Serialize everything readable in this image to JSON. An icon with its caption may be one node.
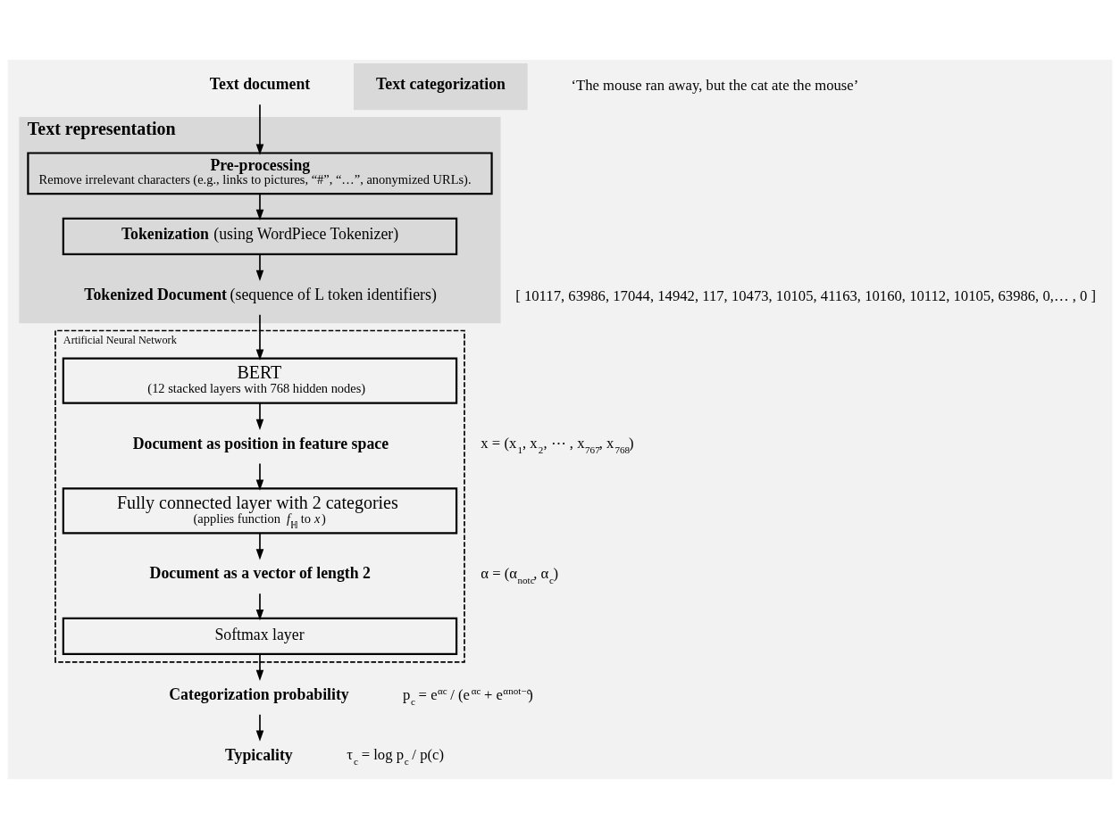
{
  "diagram": {
    "nodes": [
      {
        "text": [
          "Text document"
        ]
      },
      {
        "text": [
          "Text representation"
        ]
      },
      {
        "text": [
          "Pre-processing",
          "Remove irrelevant characters (e.g., links to pictures, “#”, “…”, anonymized URLs)."
        ],
        "in": 1
      },
      {
        "text": [
          "**Tokenization** (using WordPiece Tokenizer)"
        ],
        "in": 1
      },
      {
        "text": [
          "**Tokenized Document** (sequence of L token identifiers)"
        ],
        "in": 1
      },
      {
        "text": [
          "Artificial Neural Network"
        ]
      },
      {
        "text": [
          "BERT",
          "(12 stacked layers with 768 hidden nodes)"
        ],
        "in": 5
      },
      {
        "text": [
          "Document as position in feature space"
        ],
        "in": 5
      },
      {
        "text": [
          "Text categorization"
        ]
      },
      {
        "text": [
          "Fully connected layer with 2 categories",
          "(applies function *f*$_{ℍ}$ to *x*)"
        ],
        "in": 5
      },
      {
        "text": [
          "Document as a vector of length 2"
        ],
        "in": 5
      },
      {
        "text": [
          "Softmax layer"
        ],
        "in": 5
      },
      {
        "text": [
          "Categorization probability"
        ]
      },
      {
        "text": [
          "Typicality"
        ]
      }
    ],
    "edges": [
      {
        "from": 0,
        "to": 2,
        "arrow": "to"
      },
      {
        "from": 2,
        "to": 3,
        "arrow": "to"
      },
      {
        "from": 3,
        "to": 4,
        "arrow": "to"
      },
      {
        "from": 4,
        "to": 6,
        "arrow": "to"
      },
      {
        "from": 6,
        "to": 7,
        "arrow": "to"
      },
      {
        "from": 7,
        "to": 9,
        "arrow": "to"
      },
      {
        "from": 9,
        "to": 10,
        "arrow": "to"
      },
      {
        "from": 10,
        "to": 11,
        "arrow": "to"
      },
      {
        "from": 11,
        "to": 12,
        "arrow": "to"
      },
      {
        "from": 12,
        "to": 13,
        "arrow": "to"
      }
    ],
    "labels": [
      "‘The mouse ran away, but the cat ate the mouse’",
      "[ 10117, 63986, 17044, 14942, 117, 10473, 10105, 41163, 10160, 10112, 10105, 63986, 0,… , 0 ]",
      "x = (x$_{1}$, x$_{2}$, ⋯ , x$_{767}$, x$_{768}$)",
      "α = (α$_{notc}$, α$_{c}$)",
      "p$_{c}$ = e$^{αc}$ / (e$^{αc}$ + e$^{αnot−c}$)",
      "τ$_{c}$ = log p$_{c}$ / p(c)"
    ]
  }
}
